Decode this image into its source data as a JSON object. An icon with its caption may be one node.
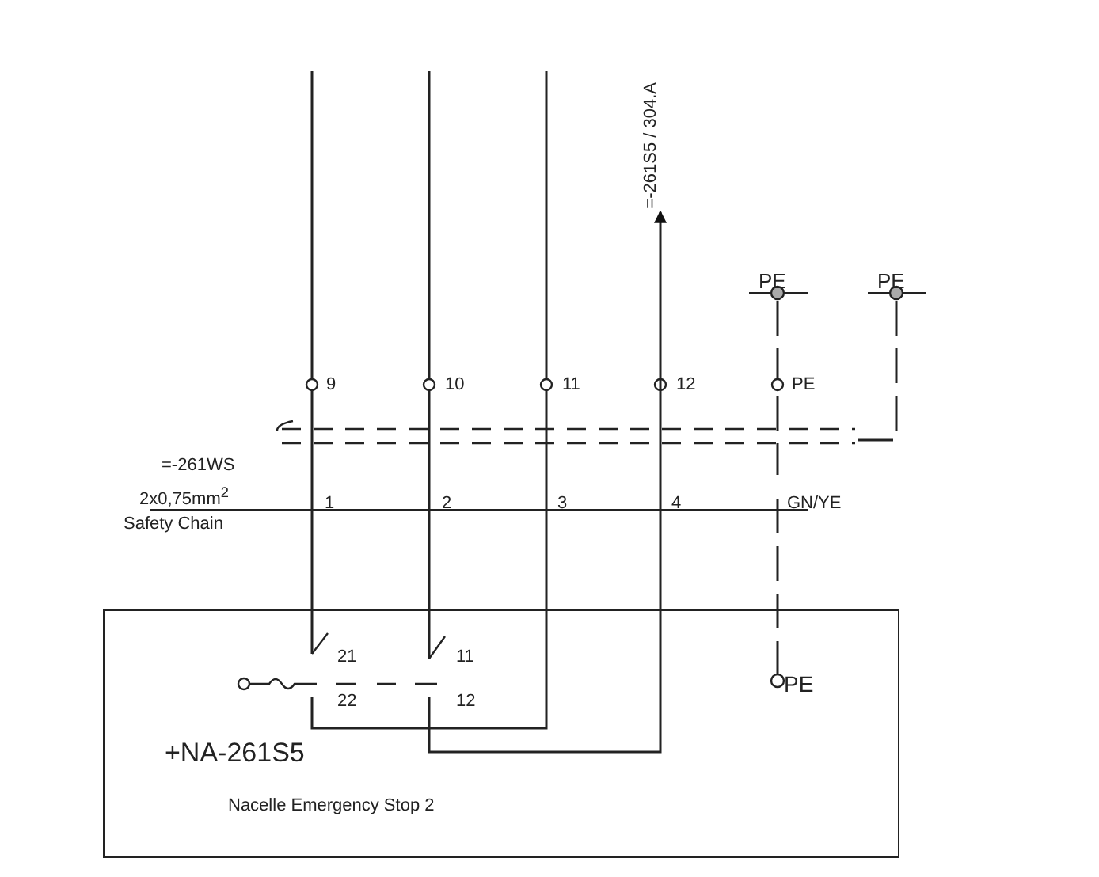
{
  "diagram": {
    "nodes": [
      {
        "text": [
          "+NA-261S5",
          "Nacelle Emergency Stop 2"
        ]
      },
      {
        "text": [
          "=-261S5 / 304.A"
        ]
      }
    ],
    "edges": [
      {
        "from": 0,
        "to": 1,
        "arrow": "to"
      }
    ],
    "labels": [
      "PE",
      "PE",
      "9",
      "10",
      "11",
      "12",
      "PE",
      "=-261WS",
      "2x0,75mm$^{2}$",
      "Safety Chain",
      "1",
      "2",
      "3",
      "4",
      "GN/YE",
      "21",
      "11",
      "22",
      "12",
      "PE"
    ]
  }
}
